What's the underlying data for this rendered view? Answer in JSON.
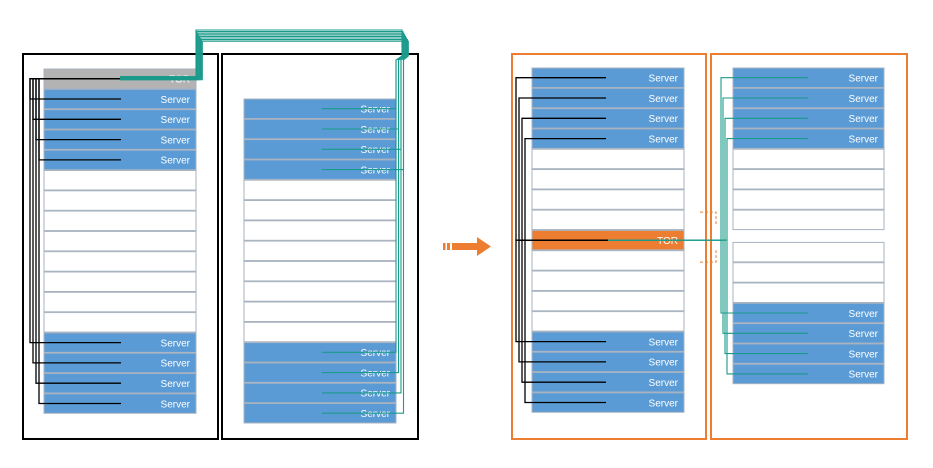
{
  "labels": {
    "server": "Server",
    "tor": "TOR"
  },
  "colors": {
    "server_fill": "#5b9bd5",
    "empty_fill": "#ffffff",
    "slot_border": "#a8b3c0",
    "tor_before_fill": "#b3b3b3",
    "tor_after_fill": "#ed7d31",
    "rack_before_border": "#000000",
    "rack_after_border": "#ed7d31",
    "cable_black": "#000000",
    "cable_teal": "#1a9a8a",
    "arrow": "#ed7d31"
  },
  "before": {
    "rack_left": {
      "slots": [
        "tor",
        "server",
        "server",
        "server",
        "server",
        "empty",
        "empty",
        "empty",
        "empty",
        "empty",
        "empty",
        "empty",
        "empty",
        "server",
        "server",
        "server",
        "server"
      ]
    },
    "rack_right": {
      "slots": [
        "server",
        "server",
        "server",
        "server",
        "empty",
        "empty",
        "empty",
        "empty",
        "empty",
        "empty",
        "empty",
        "empty",
        "server",
        "server",
        "server",
        "server"
      ]
    }
  },
  "after": {
    "rack_left": {
      "slots": [
        "server",
        "server",
        "server",
        "server",
        "empty",
        "empty",
        "empty",
        "empty",
        "tor",
        "empty",
        "empty",
        "empty",
        "empty",
        "server",
        "server",
        "server",
        "server"
      ]
    },
    "rack_right": {
      "slots": [
        "server",
        "server",
        "server",
        "server",
        "empty",
        "empty",
        "empty",
        "empty",
        "empty",
        "empty",
        "empty",
        "server",
        "server",
        "server",
        "server"
      ]
    }
  },
  "transition_arrow": "right-arrow"
}
